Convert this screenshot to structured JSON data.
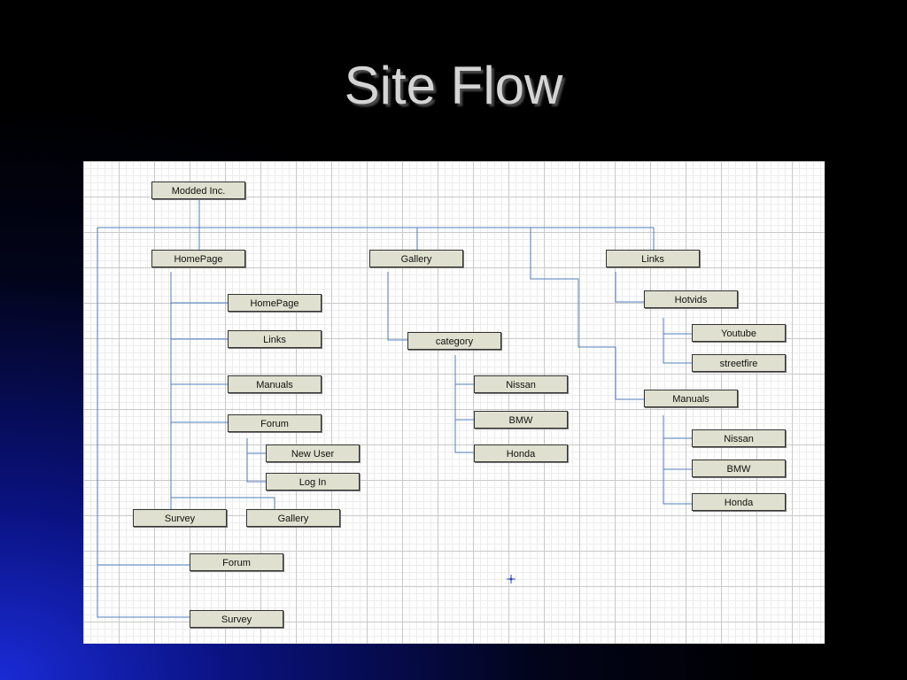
{
  "title": "Site Flow",
  "colors": {
    "connector": "#4f7fbf",
    "node_fill": "#dfe0cf"
  },
  "nodes": {
    "root": "Modded Inc.",
    "homepage": "HomePage",
    "gallery": "Gallery",
    "links": "Links",
    "hp_homepage": "HomePage",
    "hp_links": "Links",
    "hp_manuals": "Manuals",
    "hp_forum": "Forum",
    "forum_new_user": "New User",
    "forum_log_in": "Log In",
    "hp_survey": "Survey",
    "hp_gallery": "Gallery",
    "category": "category",
    "cat_nissan": "Nissan",
    "cat_bmw": "BMW",
    "cat_honda": "Honda",
    "hotvids": "Hotvids",
    "youtube": "Youtube",
    "streetfire": "streetfire",
    "manuals": "Manuals",
    "man_nissan": "Nissan",
    "man_bmw": "BMW",
    "man_honda": "Honda",
    "forum": "Forum",
    "survey": "Survey"
  }
}
